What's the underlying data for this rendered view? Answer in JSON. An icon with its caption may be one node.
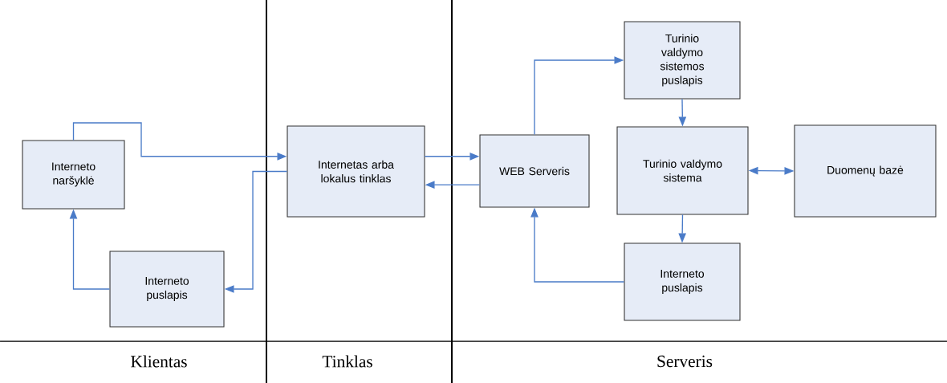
{
  "diagram": {
    "nodes": [
      {
        "text": [
          "Interneto naršyklė"
        ]
      },
      {
        "text": [
          "Interneto puslapis"
        ]
      },
      {
        "text": [
          "Internetas arba lokalus tinklas"
        ]
      },
      {
        "text": [
          "WEB Serveris"
        ]
      },
      {
        "text": [
          "Turinio valdymo sistemos puslapis"
        ]
      },
      {
        "text": [
          "Turinio valdymo sistema"
        ]
      },
      {
        "text": [
          "Duomenų bazė"
        ]
      },
      {
        "text": [
          "Interneto puslapis"
        ]
      }
    ],
    "edges": [
      {
        "from": 0,
        "to": 2,
        "arrow": "to"
      },
      {
        "from": 2,
        "to": 1,
        "arrow": "to"
      },
      {
        "from": 1,
        "to": 0,
        "arrow": "to"
      },
      {
        "from": 2,
        "to": 3,
        "arrow": "to"
      },
      {
        "from": 3,
        "to": 2,
        "arrow": "to"
      },
      {
        "from": 3,
        "to": 4,
        "arrow": "to"
      },
      {
        "from": 4,
        "to": 5,
        "arrow": "to"
      },
      {
        "from": 5,
        "to": 6,
        "arrow": "both"
      },
      {
        "from": 5,
        "to": 7,
        "arrow": "to"
      },
      {
        "from": 7,
        "to": 3,
        "arrow": "to"
      }
    ],
    "labels": [
      "Klientas",
      "Tinklas",
      "Serveris"
    ]
  }
}
